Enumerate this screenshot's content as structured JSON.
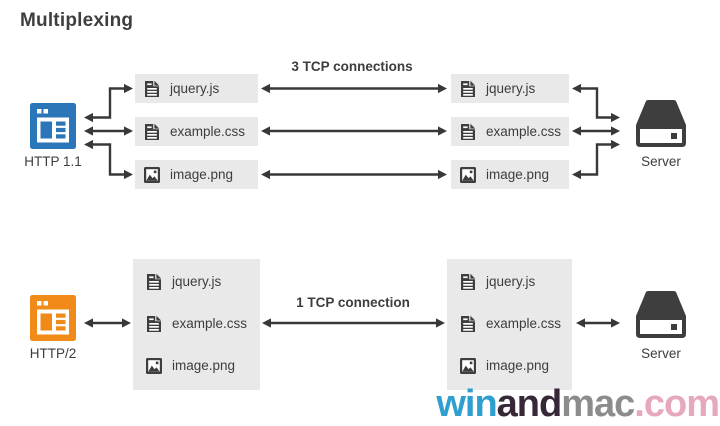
{
  "title": "Multiplexing",
  "colors": {
    "http11_blue": "#2b76b9",
    "http2_orange": "#f08a18",
    "dark": "#3e3e3e",
    "box_bg": "#e9e9e9",
    "arrow": "#383838"
  },
  "sections": {
    "http11": {
      "client_label": "HTTP 1.1",
      "client_icon": "browser-window-icon",
      "connection_label": "3 TCP connections",
      "server_label": "Server",
      "server_icon": "server-icon",
      "left_files": [
        {
          "name": "jquery.js",
          "icon": "file-document-icon"
        },
        {
          "name": "example.css",
          "icon": "file-document-icon"
        },
        {
          "name": "image.png",
          "icon": "file-image-icon"
        }
      ],
      "right_files": [
        {
          "name": "jquery.js",
          "icon": "file-document-icon"
        },
        {
          "name": "example.css",
          "icon": "file-document-icon"
        },
        {
          "name": "image.png",
          "icon": "file-image-icon"
        }
      ]
    },
    "http2": {
      "client_label": "HTTP/2",
      "client_icon": "browser-window-icon",
      "connection_label": "1 TCP connection",
      "server_label": "Server",
      "server_icon": "server-icon",
      "left_files": [
        {
          "name": "jquery.js",
          "icon": "file-document-icon"
        },
        {
          "name": "example.css",
          "icon": "file-document-icon"
        },
        {
          "name": "image.png",
          "icon": "file-image-icon"
        }
      ],
      "right_files": [
        {
          "name": "jquery.js",
          "icon": "file-document-icon"
        },
        {
          "name": "example.css",
          "icon": "file-document-icon"
        },
        {
          "name": "image.png",
          "icon": "file-image-icon"
        }
      ]
    }
  },
  "watermark": {
    "segments": [
      {
        "text": "win",
        "color": "#2f9fd0"
      },
      {
        "text": "and",
        "color": "#372837"
      },
      {
        "text": "mac",
        "color": "#8c8c8c"
      },
      {
        "text": ".com",
        "color": "#e5a9bb"
      }
    ]
  }
}
